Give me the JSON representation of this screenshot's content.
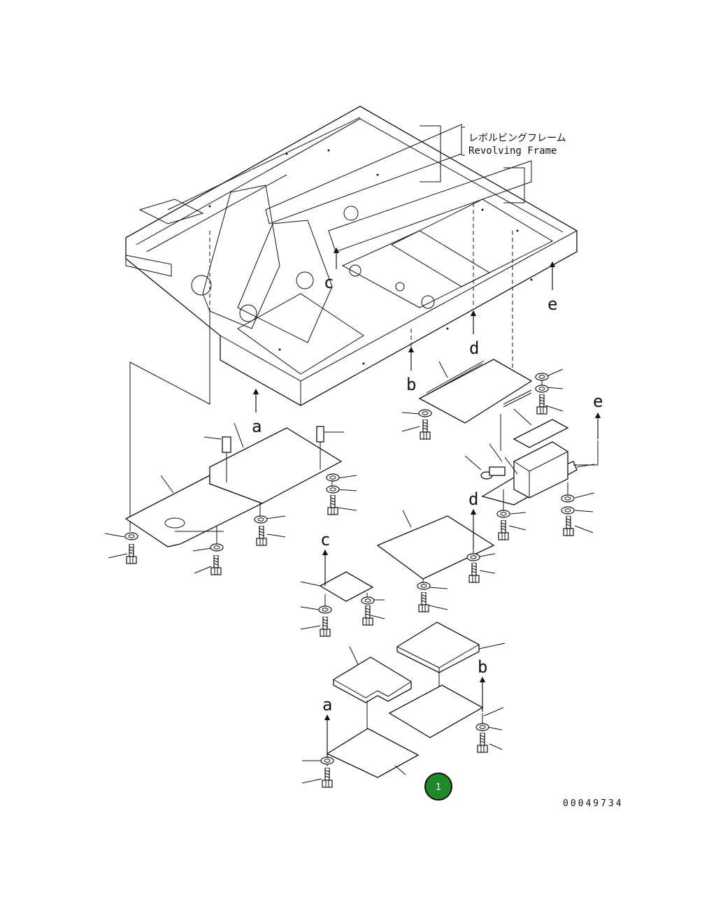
{
  "title": {
    "jp": "レボルビングフレーム",
    "en": "Revolving Frame"
  },
  "drawing_number": "00049734",
  "callout": {
    "label": "1",
    "color": "#1e8a2a"
  },
  "arrow_labels": {
    "a": "a",
    "b": "b",
    "c": "c",
    "d": "d",
    "e": "e"
  }
}
